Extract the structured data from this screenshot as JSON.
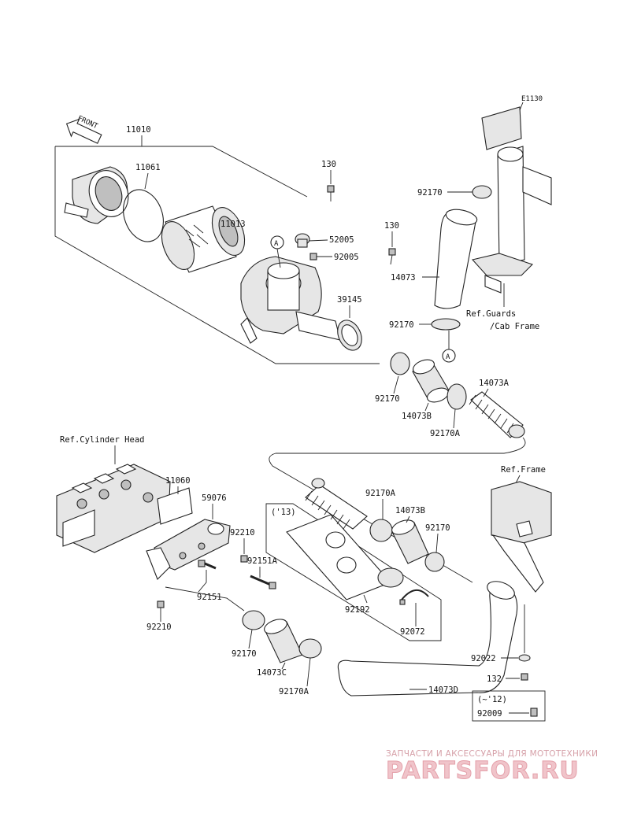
{
  "diagram": {
    "labels": {
      "front": "FRONT",
      "code": "E1130",
      "p11010": "11010",
      "p11061": "11061",
      "p11013": "11013",
      "p130a": "130",
      "p130b": "130",
      "p52005": "52005",
      "p92005": "92005",
      "p39145": "39145",
      "p92170_top": "92170",
      "p14073": "14073",
      "p92170_mid": "92170",
      "ref_guards_1": "Ref.Guards",
      "ref_guards_2": "/Cab Frame",
      "marker_a1": "A",
      "marker_a2": "A",
      "p92170_c": "92170",
      "p14073B_a": "14073B",
      "p92170A_a": "92170A",
      "p14073A": "14073A",
      "ref_cylinder_head": "Ref.Cylinder Head",
      "p11060": "11060",
      "p59076": "59076",
      "p92210a": "92210",
      "p92151A": "92151A",
      "p92151": "92151",
      "p92210b": "92210",
      "p92170_d": "92170",
      "p14073C": "14073C",
      "p92170A_b": "92170A",
      "p92170A_c": "92170A",
      "p14073B_b": "14073B",
      "p92170_e": "92170",
      "year13": "('13)",
      "p92192": "92192",
      "p92072": "92072",
      "p14073D": "14073D",
      "ref_frame": "Ref.Frame",
      "p92022": "92022",
      "p132": "132",
      "year12": "(~'12)",
      "p92009": "92009"
    }
  },
  "watermark": {
    "subtitle": "ЗАПЧАСТИ И АКСЕССУАРЫ ДЛЯ МОТОТЕХНИКИ",
    "brand": "PARTSFOR.RU"
  }
}
